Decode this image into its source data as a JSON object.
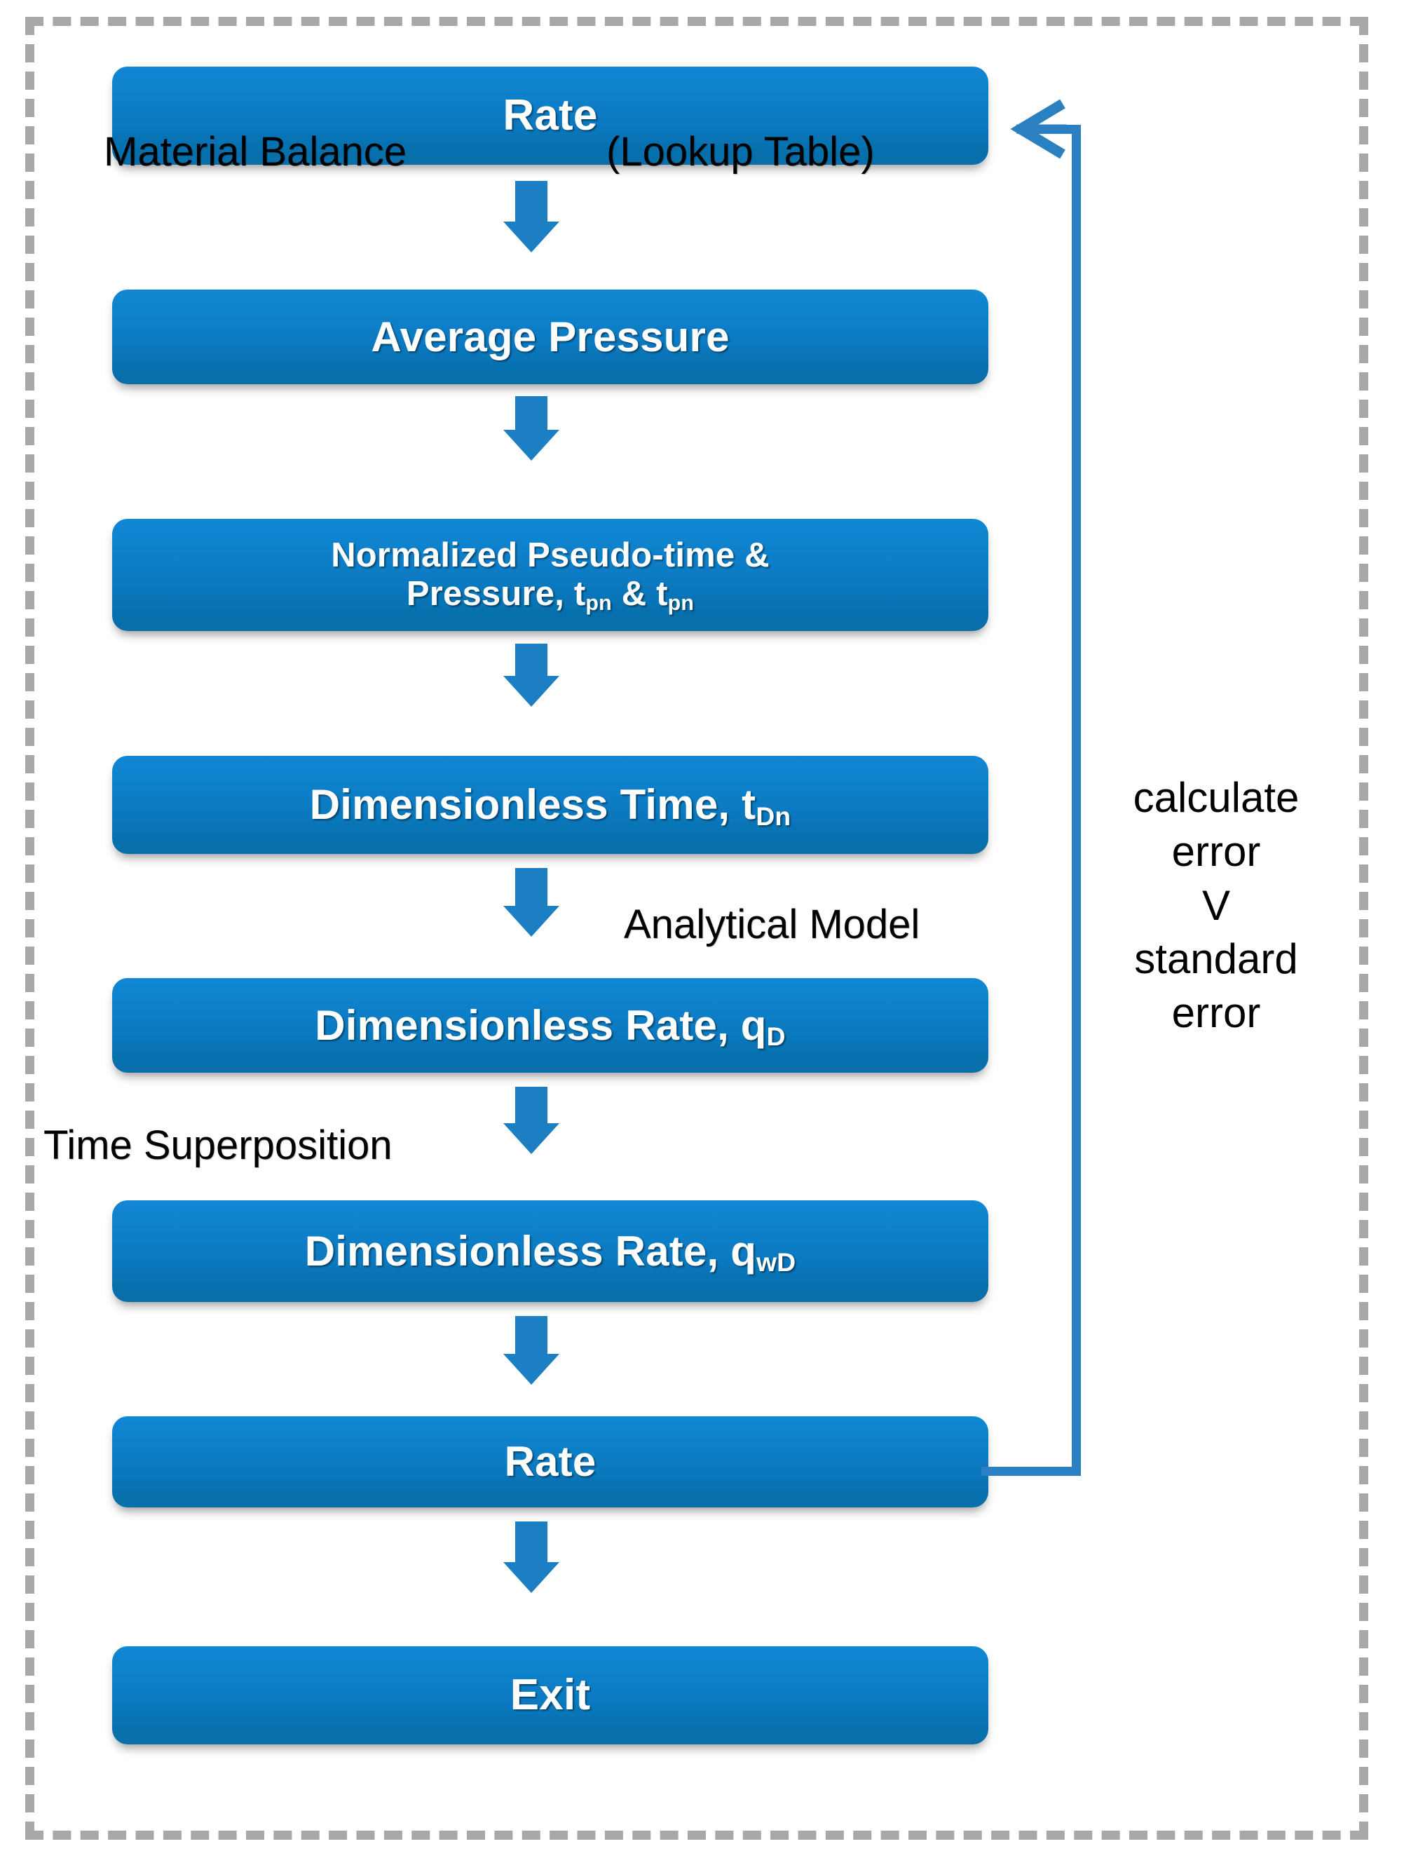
{
  "diagram": {
    "title": "Rate transient analysis iterative workflow",
    "frame": {
      "style": "dashed",
      "color": "#a8a8a8"
    },
    "accent_color": "#0b79c0",
    "arrow_color": "#1c7fc3",
    "loop_color": "#2b80c1",
    "text_color": "#000000",
    "node_text_color": "#ffffff"
  },
  "nodes": [
    {
      "id": "rate-top",
      "label": "Rate",
      "sub": "",
      "tail": ""
    },
    {
      "id": "average-pressure",
      "label": "Average Pressure",
      "sub": "",
      "tail": ""
    },
    {
      "id": "normalized",
      "label": "Normalized Pseudo-time &\nPressure, t",
      "sub": "pn",
      "tail": " & t",
      "sub2": "pn"
    },
    {
      "id": "dimensionless-time",
      "label": "Dimensionless Time, t",
      "sub": "Dn",
      "tail": ""
    },
    {
      "id": "dimensionless-rate-qd",
      "label": "Dimensionless Rate, q",
      "sub": "D",
      "tail": ""
    },
    {
      "id": "dimensionless-rate-qwd",
      "label": "Dimensionless Rate, q",
      "sub": "wD",
      "tail": ""
    },
    {
      "id": "rate-bottom",
      "label": "Rate",
      "sub": "",
      "tail": ""
    },
    {
      "id": "exit",
      "label": "Exit",
      "sub": "",
      "tail": ""
    }
  ],
  "edge_labels": {
    "material_balance": "Material Balance",
    "lookup_table": "(Lookup Table)",
    "analytical_model": "Analytical Model",
    "time_superposition": "Time Superposition"
  },
  "feedback_loop": {
    "text": "calculate\nerror\nV\nstandard\nerror",
    "lines": [
      "calculate",
      "error",
      "V",
      "standard",
      "error"
    ],
    "from": "rate-bottom",
    "to": "rate-top"
  }
}
